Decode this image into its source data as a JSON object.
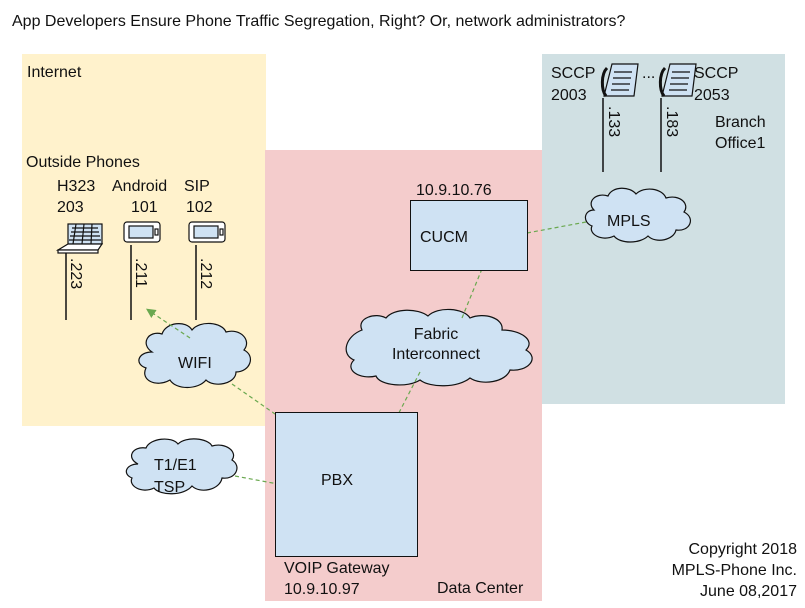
{
  "title": "App Developers Ensure Phone Traffic Segregation, Right? Or, network administrators?",
  "zones": {
    "internet": {
      "label": "Internet"
    },
    "data_center": {
      "label": "Data Center"
    },
    "branch": {
      "label_line1": "Branch",
      "label_line2": "Office1"
    }
  },
  "outside_phones": {
    "label": "Outside Phones",
    "h323": {
      "proto": "H323",
      "ext": "203",
      "ip_suffix": ".223",
      "icon": "laptop-icon"
    },
    "android": {
      "proto": "Android",
      "ext": "101",
      "ip_suffix": ".211",
      "icon": "mobile-phone-icon"
    },
    "sip": {
      "proto": "SIP",
      "ext": "102",
      "ip_suffix": ".212",
      "icon": "mobile-phone-icon"
    }
  },
  "clouds": {
    "wifi": "WIFI",
    "fabric_line1": "Fabric",
    "fabric_line2": "Interconnect",
    "mpls": "MPLS",
    "t1_line1": "T1/E1",
    "t1_line2": "TSP"
  },
  "cucm": {
    "ip": "10.9.10.76",
    "label": "CUCM"
  },
  "pbx": {
    "label": "PBX",
    "gateway_line1": "VOIP Gateway",
    "gateway_line2": "10.9.10.97"
  },
  "branch_phones": {
    "left": {
      "proto": "SCCP",
      "ext": "2003",
      "ip_suffix": ".133",
      "icon": "desk-phone-icon"
    },
    "right": {
      "proto": "SCCP",
      "ext": "2053",
      "ip_suffix": ".183",
      "icon": "desk-phone-icon"
    },
    "ellipsis": "..."
  },
  "copyright": {
    "line1": "Copyright 2018",
    "line2": "MPLS-Phone Inc.",
    "line3": "June 08,2017"
  },
  "colors": {
    "internet_zone": "#fff2cc",
    "data_center_zone": "#f4cccc",
    "branch_zone": "#d0e0e3",
    "box_fill": "#cfe2f3",
    "cloud_fill": "#cfe2f3",
    "link_arrow": "#6aa84f"
  }
}
